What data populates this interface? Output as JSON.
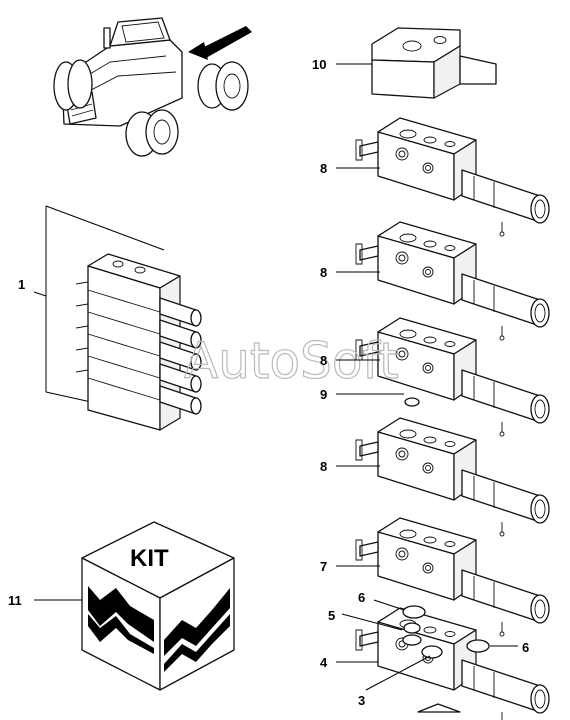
{
  "kit_label": "KIT",
  "watermark": "AutoSoft",
  "callouts": {
    "c1": "1",
    "c3": "3",
    "c4": "4",
    "c5": "5",
    "c6a": "6",
    "c6b": "6",
    "c7": "7",
    "c8a": "8",
    "c8b": "8",
    "c8c": "8",
    "c8d": "8",
    "c9": "9",
    "c10": "10",
    "c11": "11"
  }
}
